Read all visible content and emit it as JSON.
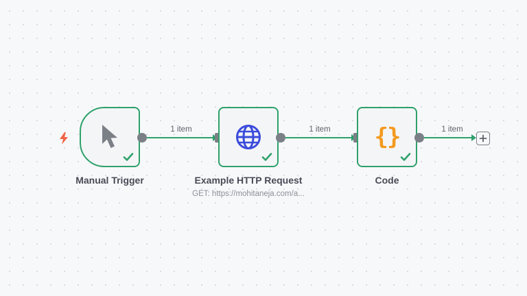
{
  "canvas": {
    "background": "#f7f8fa",
    "connection_color": "#2ea16a",
    "handle_color": "#7b7f86"
  },
  "nodes": [
    {
      "name": "Manual Trigger",
      "subtitle": "",
      "icon": "cursor-icon",
      "icon_color": "#7b7f86",
      "status": "success"
    },
    {
      "name": "Example HTTP Request",
      "subtitle": "GET: https://mohitaneja.com/a...",
      "icon": "globe-icon",
      "icon_color": "#3b4cdb",
      "status": "success"
    },
    {
      "name": "Code",
      "subtitle": "",
      "icon": "code-braces-icon",
      "icon_color": "#f39a1f",
      "status": "success"
    }
  ],
  "connections": [
    {
      "from": "Manual Trigger",
      "to": "Example HTTP Request",
      "label": "1 item"
    },
    {
      "from": "Example HTTP Request",
      "to": "Code",
      "label": "1 item"
    },
    {
      "from": "Code",
      "to": "add-node",
      "label": "1 item"
    }
  ],
  "trigger_indicator": {
    "icon": "lightning-bolt-icon",
    "color": "#f06548"
  },
  "add_node": {
    "icon": "plus-icon"
  },
  "code_icon_text": "{}"
}
